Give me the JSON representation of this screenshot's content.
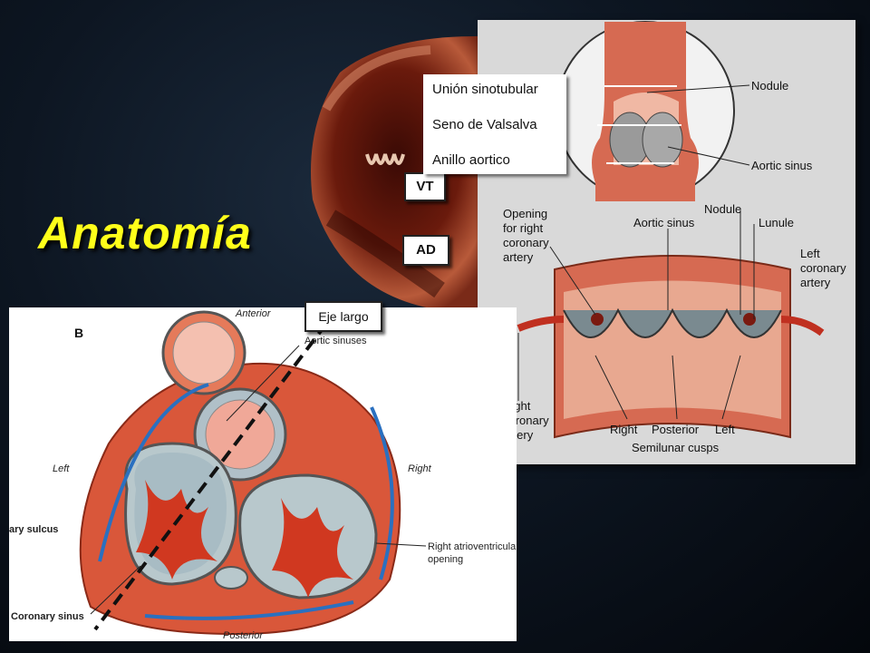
{
  "title": "Anatomía",
  "tags": {
    "vt": "VT",
    "ad": "AD",
    "eje": "Eje largo",
    "sinotubular": "Unión sinotubular",
    "valsalva": "Seno de Valsalva",
    "anillo": "Anillo aortico"
  },
  "right_diagram": {
    "nodule_top": "Nodule",
    "aortic_sinus_top": "Aortic sinus",
    "opening": [
      "Opening",
      "for right",
      "coronary",
      "artery"
    ],
    "aortic_sinus": "Aortic sinus",
    "nodule": "Nodule",
    "lunule": "Lunule",
    "left_coronary": [
      "Left",
      "coronary",
      "artery"
    ],
    "right_coronary": [
      "Right",
      "coronary",
      "artery"
    ],
    "cusp_right": "Right",
    "cusp_posterior": "Posterior",
    "cusp_left": "Left",
    "semilunar": "Semilunar cusps"
  },
  "left_diagram": {
    "panel_letter": "B",
    "anterior": "Anterior",
    "aortic_sinuses": "Aortic sinuses",
    "left": "Left",
    "right": "Right",
    "sulcus": "ary sulcus",
    "coronary_sinus": "Coronary sinus",
    "rav": [
      "Right atrioventricula",
      "opening"
    ],
    "posterior": "Posterior"
  }
}
